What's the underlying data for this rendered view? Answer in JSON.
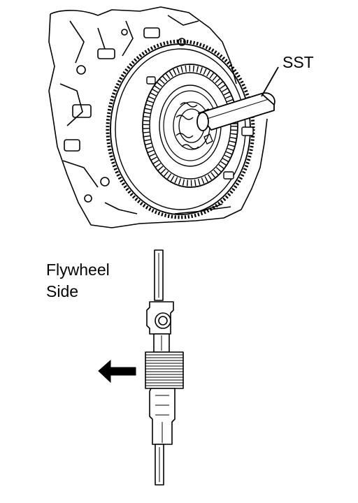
{
  "labels": {
    "sst": "SST",
    "flywheel_side_line1": "Flywheel",
    "flywheel_side_line2": "Side"
  },
  "colors": {
    "ink": "#000000",
    "paper": "#ffffff"
  },
  "icons": {
    "direction": "arrow-left-icon"
  }
}
